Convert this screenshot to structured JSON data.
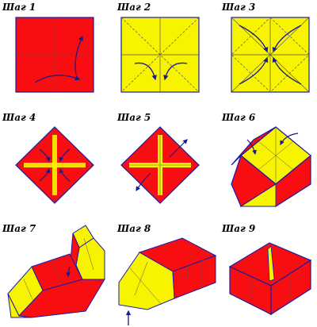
{
  "steps": [
    {
      "label": "Шаг 1"
    },
    {
      "label": "Шаг 2"
    },
    {
      "label": "Шаг 3"
    },
    {
      "label": "Шаг 4"
    },
    {
      "label": "Шаг 5"
    },
    {
      "label": "Шаг 6"
    },
    {
      "label": "Шаг 7"
    },
    {
      "label": "Шаг 8"
    },
    {
      "label": "Шаг 9"
    }
  ],
  "colors": {
    "red": "#f80d10",
    "yellow": "#f8f400",
    "outline": "#1a1aa8",
    "crease": "#555555",
    "arrow": "#1a1a8a",
    "background": "#ffffff"
  }
}
